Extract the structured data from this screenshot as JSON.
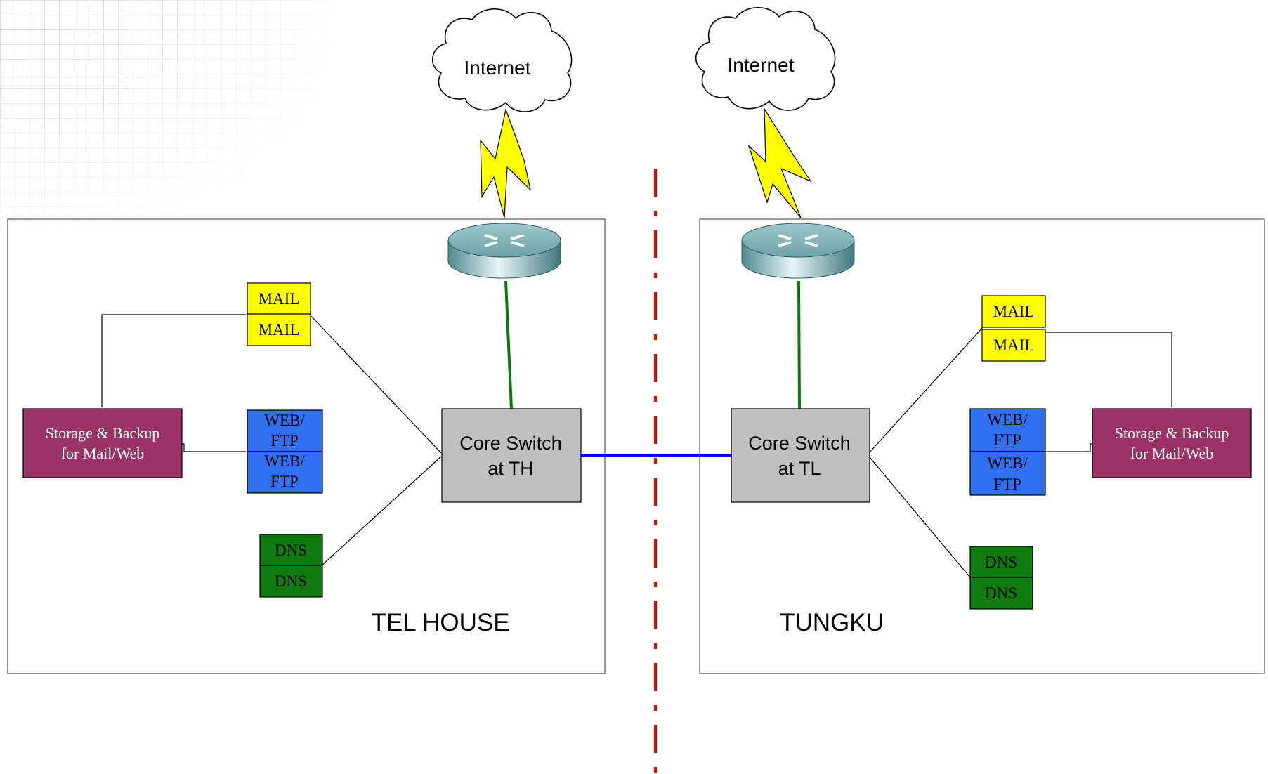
{
  "sites": {
    "left": {
      "name": "TEL HOUSE",
      "internet": "Internet",
      "core_switch": [
        "Core Switch",
        "at TH"
      ],
      "storage": [
        "Storage & Backup",
        "for Mail/Web"
      ],
      "mail": [
        "MAIL",
        "MAIL"
      ],
      "web": [
        "WEB/",
        "FTP",
        "WEB/",
        "FTP"
      ],
      "dns": [
        "DNS",
        "DNS"
      ]
    },
    "right": {
      "name": "TUNGKU",
      "internet": "Internet",
      "core_switch": [
        "Core Switch",
        "at TL"
      ],
      "storage": [
        "Storage & Backup",
        "for Mail/Web"
      ],
      "mail": [
        "MAIL",
        "MAIL"
      ],
      "web": [
        "WEB/",
        "FTP",
        "WEB/",
        "FTP"
      ],
      "dns": [
        "DNS",
        "DNS"
      ]
    }
  },
  "colors": {
    "mail": "#ffff00",
    "web": "#2f6ff0",
    "dns": "#0f7a0f",
    "storage": "#993366",
    "switch": "#c0c0c0",
    "uplink": "#0a7a0a",
    "interlink": "#0000ee",
    "divider": "#e00000",
    "lightning": "#ffff00"
  }
}
